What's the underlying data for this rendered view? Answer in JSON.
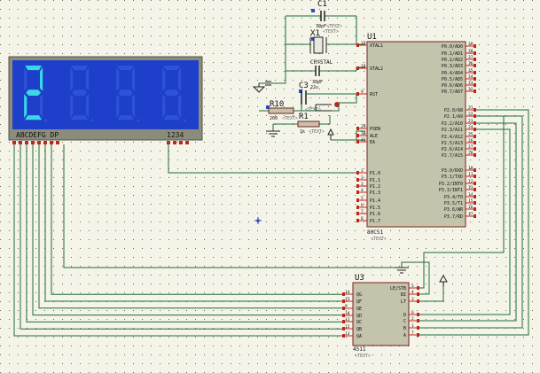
{
  "display": {
    "digit": "2",
    "segment_label": "ABCDEFG DP",
    "common_label": "1234",
    "bg_color": "#1d3fc9",
    "digit_color": "#3ad8e6",
    "ghost_color": "#2e52d8"
  },
  "components": {
    "c1": {
      "ref": "C1",
      "value": "30pF",
      "text": "<TEXT>"
    },
    "x1": {
      "ref": "X1",
      "value": "CRYSTAL",
      "text": "<TEXT>"
    },
    "c2": {
      "value": "30pF"
    },
    "c3": {
      "ref": "C3",
      "value": "22u",
      "text": "<TEXT>"
    },
    "r10": {
      "ref": "R10",
      "value": "200",
      "text": "<TEXT>"
    },
    "r1": {
      "ref": "R1",
      "value": "1k",
      "text": "<TEXT>"
    },
    "u1": {
      "ref": "U1",
      "part": "80C51",
      "text": "<TEXT>"
    },
    "u3": {
      "ref": "U3",
      "part": "4511",
      "text": "<TEXT>"
    }
  },
  "u1_pins": {
    "left": [
      {
        "num": "19",
        "name": "XTAL1"
      },
      {
        "num": "18",
        "name": "XTAL2"
      },
      {
        "num": "9",
        "name": "RST"
      },
      {
        "num": "29",
        "name": "PSEN"
      },
      {
        "num": "30",
        "name": "ALE"
      },
      {
        "num": "31",
        "name": "EA"
      },
      {
        "num": "1",
        "name": "P1.0"
      },
      {
        "num": "2",
        "name": "P1.1"
      },
      {
        "num": "3",
        "name": "P1.2"
      },
      {
        "num": "4",
        "name": "P1.3"
      },
      {
        "num": "5",
        "name": "P1.4"
      },
      {
        "num": "6",
        "name": "P1.5"
      },
      {
        "num": "7",
        "name": "P1.6"
      },
      {
        "num": "8",
        "name": "P1.7"
      }
    ],
    "right": [
      {
        "num": "39",
        "name": "P0.0/AD0"
      },
      {
        "num": "38",
        "name": "P0.1/AD1"
      },
      {
        "num": "37",
        "name": "P0.2/AD2"
      },
      {
        "num": "36",
        "name": "P0.3/AD3"
      },
      {
        "num": "35",
        "name": "P0.4/AD4"
      },
      {
        "num": "34",
        "name": "P0.5/AD5"
      },
      {
        "num": "33",
        "name": "P0.6/AD6"
      },
      {
        "num": "32",
        "name": "P0.7/AD7"
      },
      {
        "num": "21",
        "name": "P2.0/A8"
      },
      {
        "num": "22",
        "name": "P2.1/A9"
      },
      {
        "num": "23",
        "name": "P2.2/A10"
      },
      {
        "num": "24",
        "name": "P2.3/A11"
      },
      {
        "num": "25",
        "name": "P2.4/A12"
      },
      {
        "num": "26",
        "name": "P2.5/A13"
      },
      {
        "num": "27",
        "name": "P2.6/A14"
      },
      {
        "num": "28",
        "name": "P2.7/A15"
      },
      {
        "num": "10",
        "name": "P3.0/RXD"
      },
      {
        "num": "11",
        "name": "P3.1/TXD"
      },
      {
        "num": "12",
        "name": "P3.2/INT0"
      },
      {
        "num": "13",
        "name": "P3.3/INT1"
      },
      {
        "num": "14",
        "name": "P3.4/T0"
      },
      {
        "num": "15",
        "name": "P3.5/T1"
      },
      {
        "num": "16",
        "name": "P3.6/WR"
      },
      {
        "num": "17",
        "name": "P3.7/RD"
      }
    ]
  },
  "u3_pins": {
    "left": [
      {
        "num": "14",
        "name": "QG"
      },
      {
        "num": "15",
        "name": "QF"
      },
      {
        "num": "9",
        "name": "QE"
      },
      {
        "num": "10",
        "name": "QD"
      },
      {
        "num": "11",
        "name": "QC"
      },
      {
        "num": "12",
        "name": "QB"
      },
      {
        "num": "13",
        "name": "QA"
      }
    ],
    "right": [
      {
        "num": "5",
        "name": "LE/STB"
      },
      {
        "num": "4",
        "name": "BI"
      },
      {
        "num": "3",
        "name": "LT"
      },
      {
        "num": "6",
        "name": "D"
      },
      {
        "num": "2",
        "name": "C"
      },
      {
        "num": "1",
        "name": "B"
      },
      {
        "num": "7",
        "name": "A"
      }
    ]
  },
  "colors": {
    "wire": "#1f6b3a",
    "pin": "#c0241c",
    "ic_fill": "#c4c4ac",
    "ic_border": "#7a2020",
    "text": "#111111",
    "grid": "#6a6a40",
    "blue_marker": "#2a4ad0"
  }
}
